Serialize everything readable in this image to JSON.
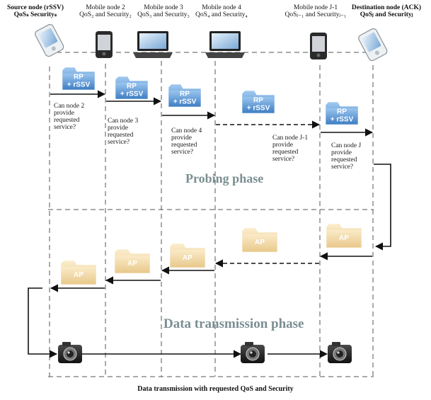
{
  "header": {
    "source": {
      "line1": "Source node (rSSV)",
      "line2": "QoSₛ Securityₛ"
    },
    "node2": {
      "line1": "Mobile node 2",
      "line2": "QoS₂ and Security₂"
    },
    "node3": {
      "line1": "Mobile node 3",
      "line2": "QoS₃ and Security₃"
    },
    "node4": {
      "line1": "Mobile node 4",
      "line2": "QoS₄ and Security₄"
    },
    "nodeJ1": {
      "line1": "Mobile node J-1",
      "line2": "QoSⱼ₋₁ and Securityⱼ₋₁"
    },
    "dest": {
      "line1": "Destination node (ACK)",
      "line2": "QoSⱼ and Securityⱼ"
    }
  },
  "probe_label": "RP\n+ rSSV",
  "ack_label": "AP",
  "questions": {
    "q2": "Can node 2\nprovide\nrequested\nservice?",
    "q3": "Can node 3\nprovide\nrequested\nservice?",
    "q4": "Can node 4\nprovide\nrequested\nservice?",
    "qJ1": "Can node J-1\nprovide\nrequested\nservice?",
    "qJ": "Can node J\nprovide\nrequested\nservice?"
  },
  "phases": {
    "probing": "Probing phase",
    "data": "Data transmission phase"
  },
  "footer": "Data transmission with requested QoS and Security",
  "colors": {
    "folder_blue": "#5b9bd8",
    "folder_tan": "#f0d7a4",
    "phase_text": "#7b8e92",
    "line": "#333333"
  }
}
